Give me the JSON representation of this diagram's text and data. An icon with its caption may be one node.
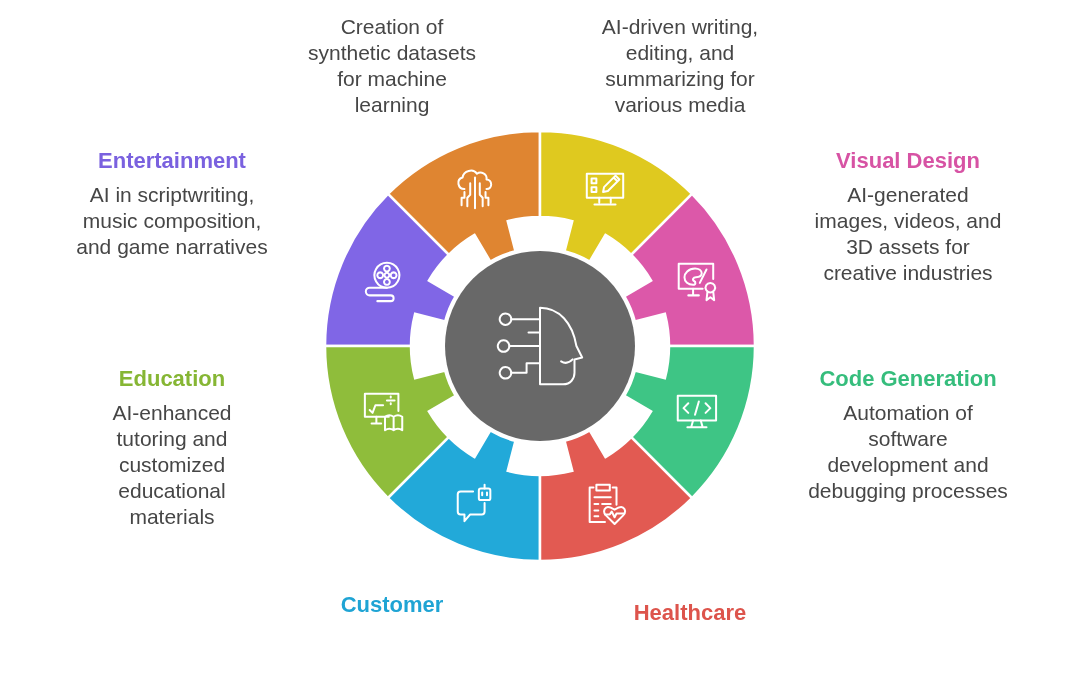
{
  "diagram": {
    "nodes": [
      {
        "text": [
          "Creation of synthetic datasets for machine learning"
        ]
      },
      {
        "text": [
          "AI-driven writing, editing, and summarizing for various media"
        ]
      },
      {
        "text": [
          "Entertainment",
          "AI in scriptwriting, music composition, and game narratives"
        ]
      },
      {
        "text": [
          "Visual Design",
          "AI-generated images, videos, and 3D assets for creative industries"
        ]
      },
      {
        "text": [],
        "shape": "circle"
      },
      {
        "text": [
          "Education",
          "AI-enhanced tutoring and customized educational materials"
        ]
      },
      {
        "text": [
          "Code Generation",
          "Automation of software development and debugging processes"
        ]
      },
      {
        "text": [
          "Customer"
        ]
      },
      {
        "text": [
          "Healthcare"
        ]
      }
    ]
  }
}
